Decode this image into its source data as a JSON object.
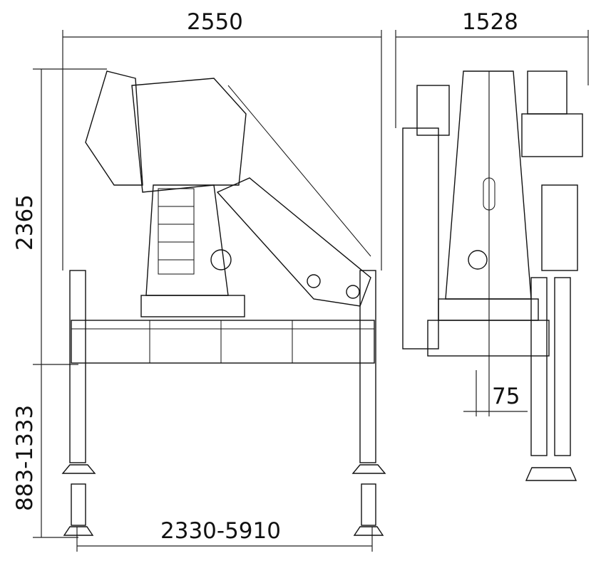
{
  "dimensions": {
    "overall_width": "2550",
    "overall_depth": "1528",
    "height": "2365",
    "outrigger_height_range": "883-1333",
    "outrigger_span_range": "2330-5910",
    "offset": "75"
  },
  "colors": {
    "line": "#111111",
    "background": "#ffffff"
  }
}
